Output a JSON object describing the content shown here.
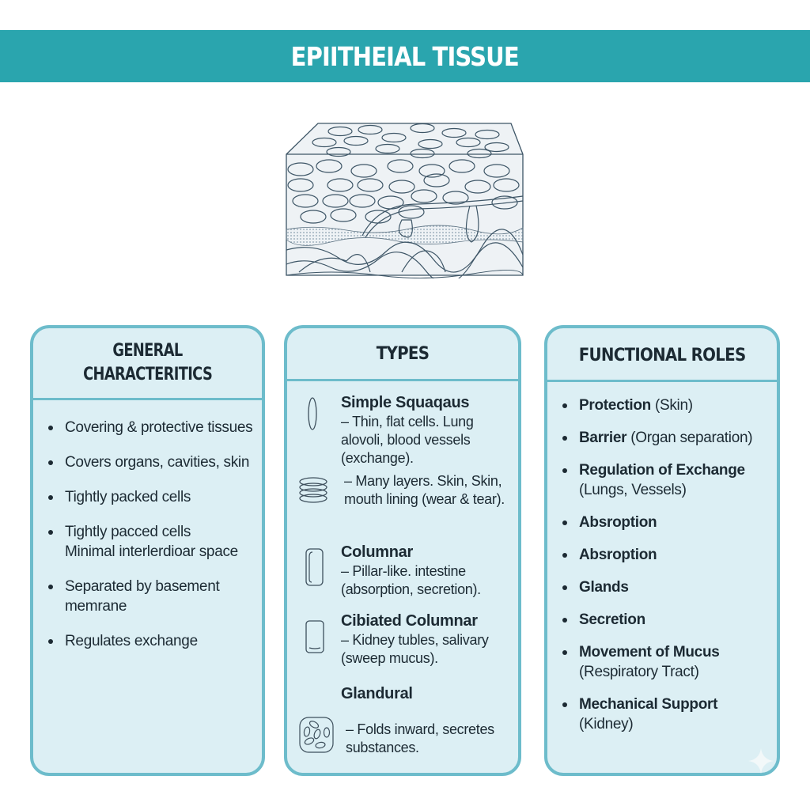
{
  "title": "EPIITHEIAL TISSUE",
  "illustration": {
    "icon": "epithelial-tissue-block-illustration"
  },
  "colors": {
    "title_bar": "#2aa5ae",
    "panel_border": "#6dbccb",
    "panel_background": "#dceff4",
    "text": "#1c2a33"
  },
  "general": {
    "heading_line1": "GENERAL",
    "heading_line2": "CHARACTERITICS",
    "items": [
      {
        "line1": "Covering & protective tissues"
      },
      {
        "line1": "Covers organs, cavities, skin"
      },
      {
        "line1": "Tightly packed cells"
      },
      {
        "line1": "Tightly pacced cells",
        "line2": "Minimal interlerdioar space"
      },
      {
        "line1": "Separated by basement",
        "line2": "memrane"
      },
      {
        "line1": "Regulates exchange"
      }
    ]
  },
  "types": {
    "heading": "TYPES",
    "items": [
      {
        "icon": "flat-cell-oval-icon",
        "name": "Simple Squaqaus",
        "desc": "– Thin, flat cells. Lung alovoli, blood vessels (exchange)."
      },
      {
        "icon": "stacked-layers-icon",
        "name": "",
        "desc": "– Many layers. Skin, Skin, mouth lining (wear & tear)."
      },
      {
        "icon": "columnar-cell-icon",
        "name": "Columnar",
        "desc": "– Pillar-like. intestine (absorption, secretion)."
      },
      {
        "icon": "ciliated-cell-icon",
        "name": "Cibiated Columnar",
        "desc": "– Kidney tubles, salivary (sweep mucus)."
      },
      {
        "icon": "glandular-cells-icon",
        "name": "Glandural",
        "desc": "– Folds inward, secretes substances."
      }
    ]
  },
  "functional": {
    "heading": "FUNCTIONAL ROLES",
    "items": [
      {
        "bold": "Protection",
        "note": "(Skin)"
      },
      {
        "bold": "Barrier",
        "note": "(Organ separation)"
      },
      {
        "bold": "Regulation of Exchange",
        "note": "(Lungs, Vessels)"
      },
      {
        "bold": "Absroption",
        "note": ""
      },
      {
        "bold": "Absroption",
        "note": ""
      },
      {
        "bold": "Glands",
        "note": ""
      },
      {
        "bold": "Secretion",
        "note": ""
      },
      {
        "bold": "Movement of Mucus",
        "note": "(Respiratory Tract)"
      },
      {
        "bold": "Mechanical Support",
        "note": "(Kidney)"
      }
    ]
  },
  "watermark": {
    "icon": "sparkle-icon"
  }
}
